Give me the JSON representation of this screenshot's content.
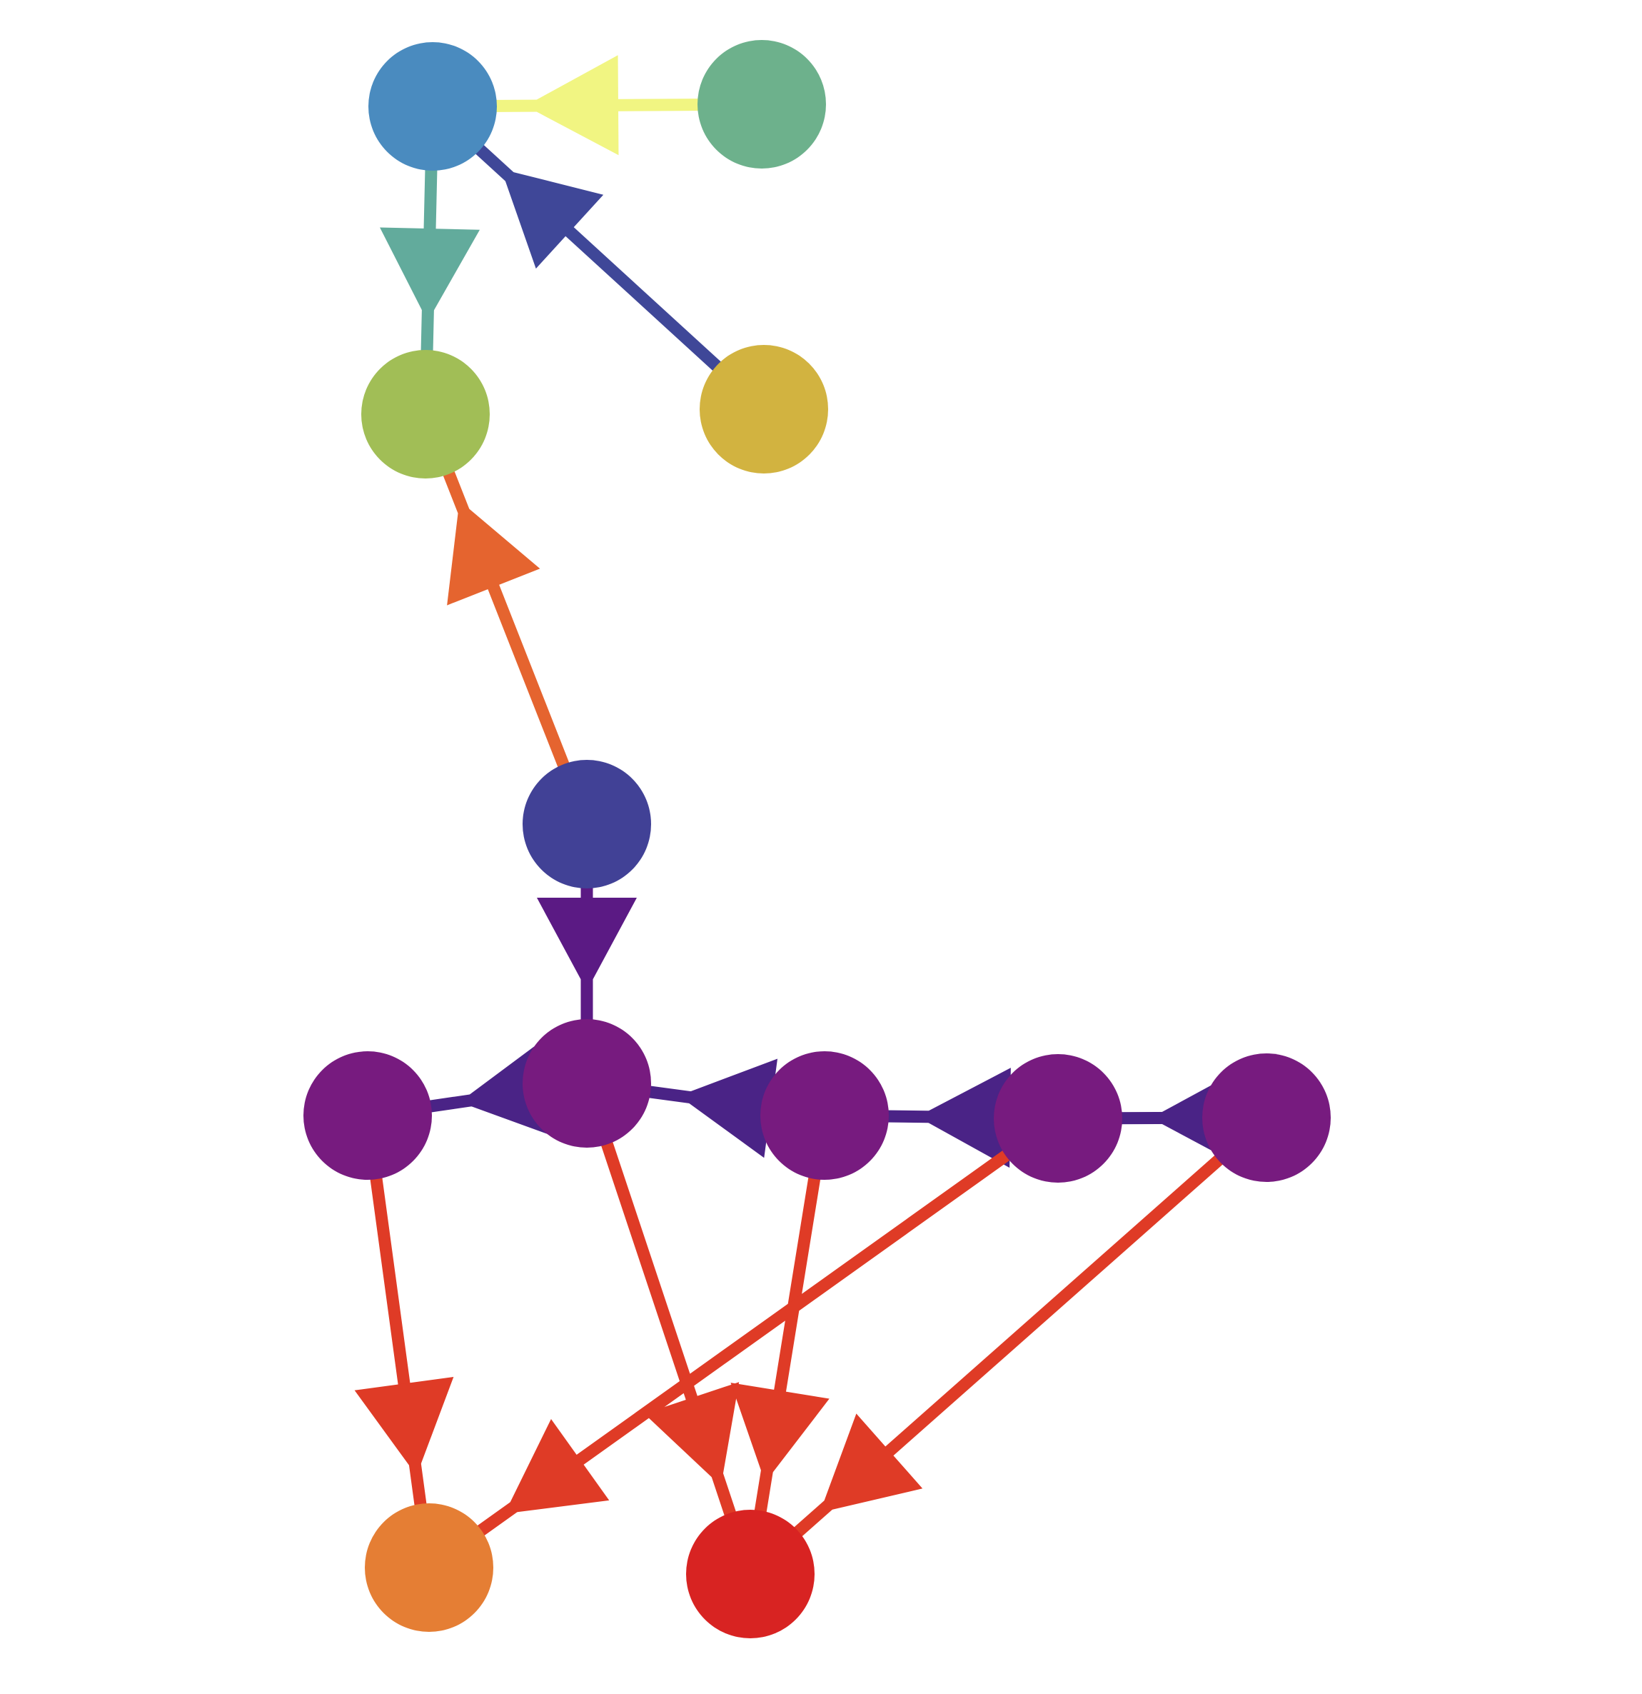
{
  "graph": {
    "kind": "directed-graph",
    "nodes": [
      {
        "id": "n1",
        "color": "#4a8bbf"
      },
      {
        "id": "n2",
        "color": "#6db18c"
      },
      {
        "id": "n3",
        "color": "#a1be56"
      },
      {
        "id": "n4",
        "color": "#d2b340"
      },
      {
        "id": "n5",
        "color": "#414196"
      },
      {
        "id": "n6",
        "color": "#771b7f"
      },
      {
        "id": "n7",
        "color": "#771b7f"
      },
      {
        "id": "n8",
        "color": "#771b7f"
      },
      {
        "id": "n9",
        "color": "#771b7f"
      },
      {
        "id": "n10",
        "color": "#771b7f"
      },
      {
        "id": "n11",
        "color": "#e57e34"
      },
      {
        "id": "n12",
        "color": "#d82322"
      }
    ],
    "edges": [
      {
        "from": "n2",
        "to": "n1",
        "color": "#f1f582"
      },
      {
        "from": "n4",
        "to": "n1",
        "color": "#3f4798"
      },
      {
        "from": "n1",
        "to": "n3",
        "color": "#62ab9c"
      },
      {
        "from": "n5",
        "to": "n3",
        "color": "#e5642f"
      },
      {
        "from": "n5",
        "to": "n7",
        "color": "#5b1a84"
      },
      {
        "from": "n7",
        "to": "n6",
        "color": "#4a2386"
      },
      {
        "from": "n8",
        "to": "n7",
        "color": "#4a2386"
      },
      {
        "from": "n9",
        "to": "n8",
        "color": "#4a2386"
      },
      {
        "from": "n10",
        "to": "n9",
        "color": "#4a2386"
      },
      {
        "from": "n6",
        "to": "n11",
        "color": "#df3b26"
      },
      {
        "from": "n7",
        "to": "n12",
        "color": "#df3b26"
      },
      {
        "from": "n8",
        "to": "n12",
        "color": "#df3b26"
      },
      {
        "from": "n9",
        "to": "n11",
        "color": "#df3b26"
      },
      {
        "from": "n10",
        "to": "n12",
        "color": "#df3b26"
      }
    ]
  }
}
